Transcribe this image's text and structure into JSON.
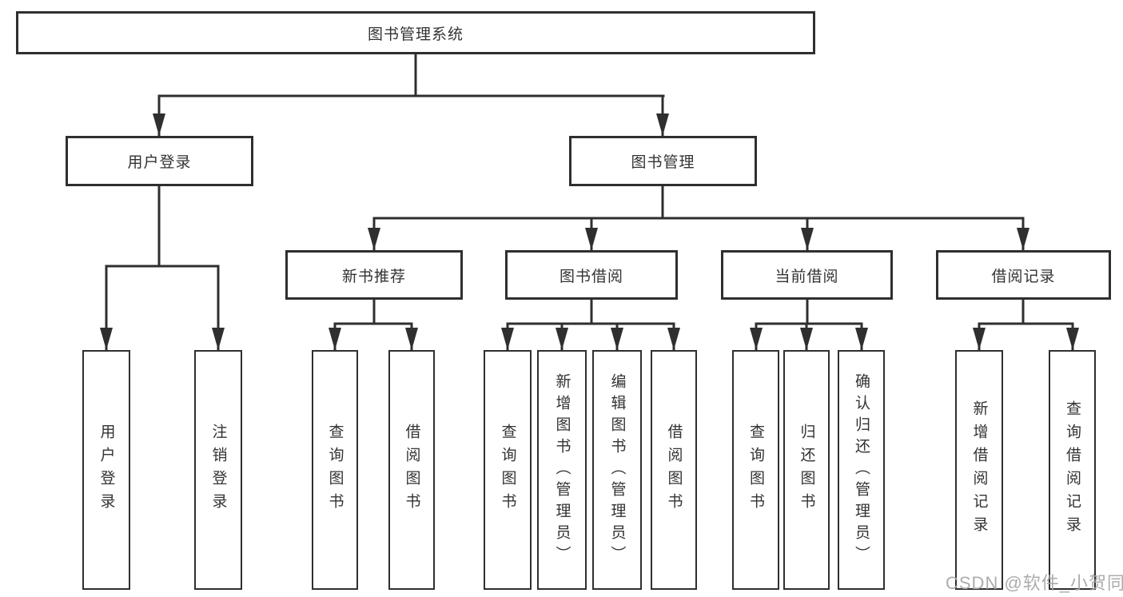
{
  "diagram": {
    "root": {
      "label": "图书管理系统"
    },
    "branches": [
      {
        "label": "用户登录",
        "children": [
          {
            "label": "用户登录"
          },
          {
            "label": "注销登录"
          }
        ]
      },
      {
        "label": "图书管理",
        "children": [
          {
            "label": "新书推荐",
            "children": [
              {
                "label": "查询图书"
              },
              {
                "label": "借阅图书"
              }
            ]
          },
          {
            "label": "图书借阅",
            "children": [
              {
                "label": "查询图书"
              },
              {
                "label": "新增图书（管理员）"
              },
              {
                "label": "编辑图书（管理员）"
              },
              {
                "label": "借阅图书"
              }
            ]
          },
          {
            "label": "当前借阅",
            "children": [
              {
                "label": "查询图书"
              },
              {
                "label": "归还图书"
              },
              {
                "label": "确认归还（管理员）"
              }
            ]
          },
          {
            "label": "借阅记录",
            "children": [
              {
                "label": "新增借阅记录"
              },
              {
                "label": "查询借阅记录"
              }
            ]
          }
        ]
      }
    ]
  },
  "watermark": {
    "text": "CSDN @软件_小贺同学"
  },
  "colors": {
    "line": "#2f2f2f",
    "text": "#333333",
    "watermark": "#a8a8a8",
    "background": "#ffffff"
  }
}
